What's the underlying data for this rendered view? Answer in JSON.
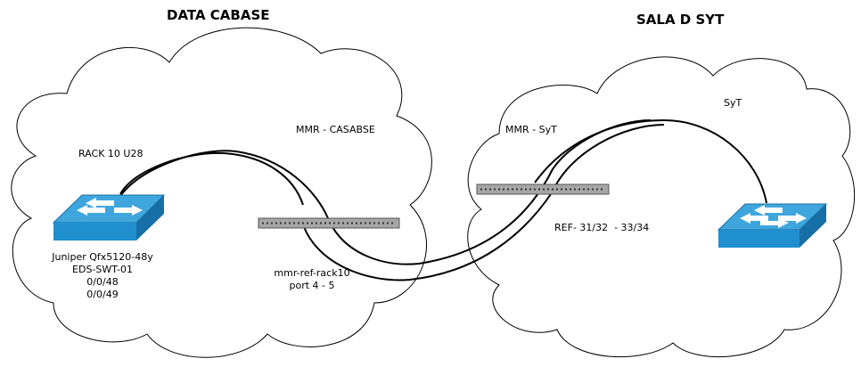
{
  "sites": {
    "left": {
      "title": "DATA CABASE"
    },
    "right": {
      "title": "SALA D SYT"
    }
  },
  "labels": {
    "rack": "RACK 10 U28",
    "mmr_casabse": "MMR - CASABSE",
    "mmr_syt": "MMR - SyT",
    "syt": "SyT",
    "switch_lines": [
      "Juniper Qfx5120-48y",
      "EDS-SWT-01",
      "0/0/48",
      "0/0/49"
    ],
    "mmr_ref_lines": [
      "mmr-ref-rack10",
      "port 4 - 5"
    ],
    "ref_ports": "REF- 31/32  - 33/34"
  },
  "colors": {
    "switch_top": "#3fa6dd",
    "switch_front": "#1f8fcf",
    "switch_side": "#176fa8",
    "patch_panel": "#a6a6a6",
    "cable": "#000000",
    "cloud_outline": "#000000"
  },
  "icons": [
    "network-switch-icon",
    "patch-panel-icon",
    "cloud-shape"
  ]
}
